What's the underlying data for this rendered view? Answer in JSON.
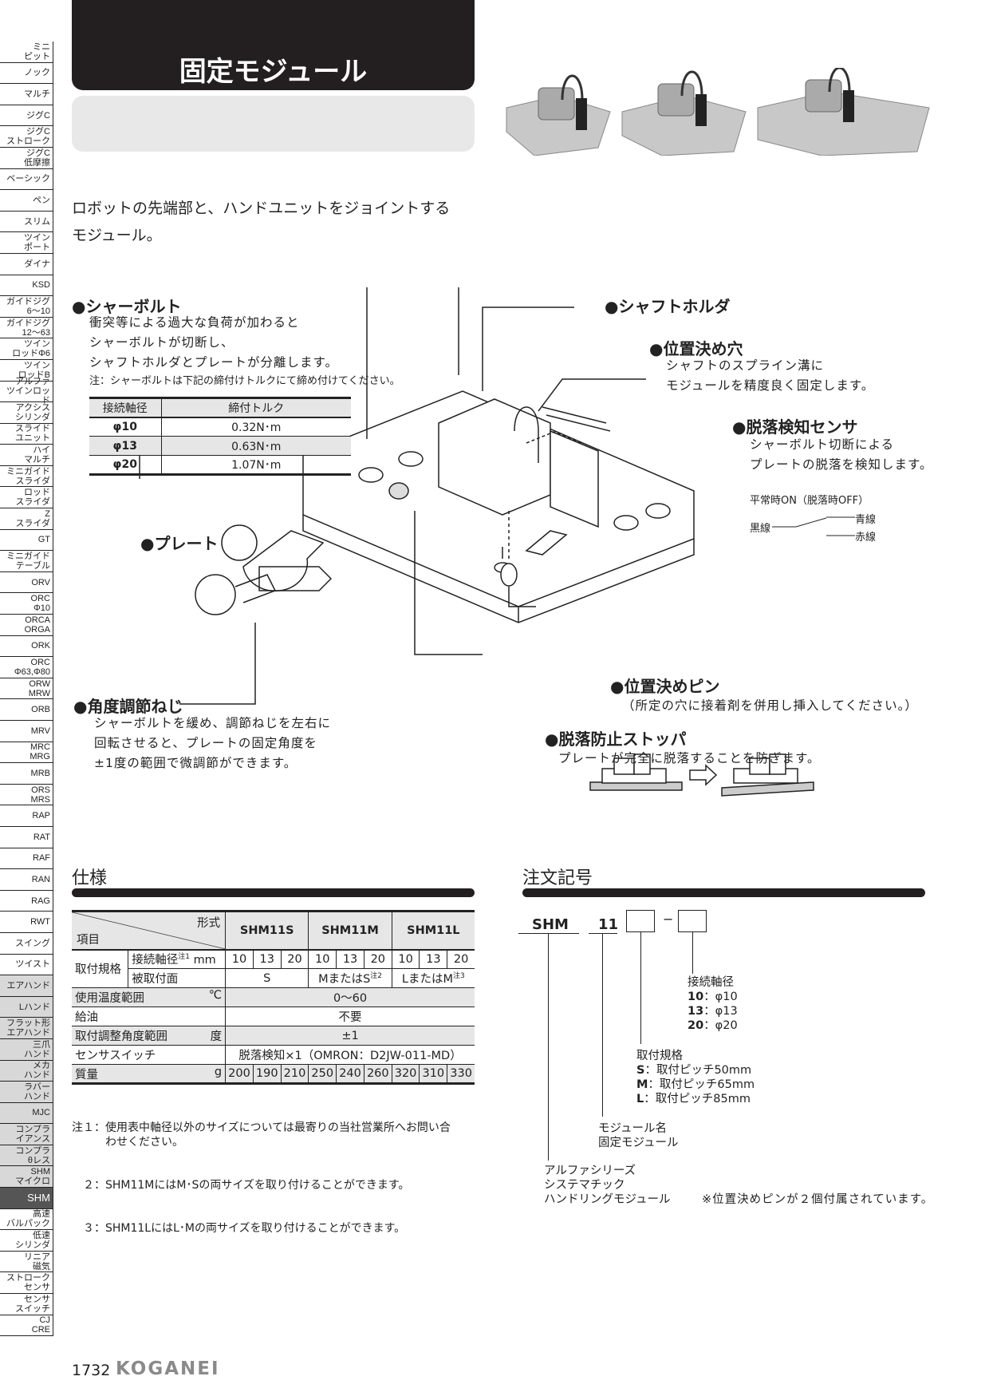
{
  "sidebar": {
    "items": [
      {
        "label": "ミニ\nピット"
      },
      {
        "label": "ノック"
      },
      {
        "label": "マルチ"
      },
      {
        "label": "ジグC"
      },
      {
        "label": "ジグC\nストローク"
      },
      {
        "label": "ジグC\n低摩擦"
      },
      {
        "label": "ベーシック"
      },
      {
        "label": "ペン"
      },
      {
        "label": "スリム"
      },
      {
        "label": "ツイン\nポート"
      },
      {
        "label": "ダイナ"
      },
      {
        "label": "KSD"
      },
      {
        "label": "ガイドジグ\n6〜10"
      },
      {
        "label": "ガイドジグ\n12〜63"
      },
      {
        "label": "ツイン\nロッドΦ6"
      },
      {
        "label": "ツイン\nロッドB"
      },
      {
        "label": "アルファ\nツインロッド"
      },
      {
        "label": "アクシス\nシリンダ"
      },
      {
        "label": "スライド\nユニット"
      },
      {
        "label": "ハイ\nマルチ"
      },
      {
        "label": "ミニガイド\nスライダ"
      },
      {
        "label": "ロッド\nスライダ"
      },
      {
        "label": "Z\nスライダ"
      },
      {
        "label": "GT"
      },
      {
        "label": "ミニガイド\nテーブル"
      },
      {
        "label": "ORV"
      },
      {
        "label": "ORC\nΦ10"
      },
      {
        "label": "ORCA\nORGA"
      },
      {
        "label": "ORK"
      },
      {
        "label": "ORC\nΦ63,Φ80"
      },
      {
        "label": "ORW\nMRW"
      },
      {
        "label": "ORB"
      },
      {
        "label": "MRV"
      },
      {
        "label": "MRC\nMRG"
      },
      {
        "label": "MRB"
      },
      {
        "label": "ORS\nMRS"
      },
      {
        "label": "RAP"
      },
      {
        "label": "RAT"
      },
      {
        "label": "RAF"
      },
      {
        "label": "RAN"
      },
      {
        "label": "RAG"
      },
      {
        "label": "RWT"
      },
      {
        "label": "スイング"
      },
      {
        "label": "ツイスト"
      },
      {
        "label": "エアハンド",
        "group": "hand"
      },
      {
        "label": "Lハンド",
        "group": "hand"
      },
      {
        "label": "フラット形\nエアハンド",
        "group": "hand"
      },
      {
        "label": "三爪\nハンド",
        "group": "hand"
      },
      {
        "label": "メカ\nハンド",
        "group": "hand"
      },
      {
        "label": "ラバー\nハンド",
        "group": "hand"
      },
      {
        "label": "MJC",
        "group": "hand"
      },
      {
        "label": "コンプラ\nイアンス",
        "group": "hand"
      },
      {
        "label": "コンプラ\nθレス",
        "group": "hand"
      },
      {
        "label": "SHM\nマイクロ",
        "group": "hand"
      },
      {
        "label": "SHM",
        "group": "active"
      },
      {
        "label": "高速\nバルパック"
      },
      {
        "label": "低速\nシリンダ"
      },
      {
        "label": "リニア\n磁気"
      },
      {
        "label": "ストローク\nセンサ"
      },
      {
        "label": "センサ\nスイッチ"
      },
      {
        "label": "CJ\nCRE"
      }
    ]
  },
  "header": {
    "title": "固定モジュール"
  },
  "intro": [
    "ロボットの先端部と、ハンドユニットをジョイントする",
    "モジュール。"
  ],
  "diagram": {
    "shear_bolt": {
      "title": "●シャーボルト",
      "desc": [
        "衝突等による過大な負荷が加わると",
        "シャーボルトが切断し、",
        "シャフトホルダとプレートが分離します。"
      ],
      "note": "注：シャーボルトは下記の締付けトルクにて締め付けてください。",
      "torque_table": {
        "headers": [
          "接続軸径",
          "締付トルク"
        ],
        "rows": [
          [
            "φ10",
            "0.32N･m"
          ],
          [
            "φ13",
            "0.63N･m"
          ],
          [
            "φ20",
            "1.07N･m"
          ]
        ]
      }
    },
    "plate": {
      "title": "●プレート"
    },
    "shaft_holder": {
      "title": "●シャフトホルダ"
    },
    "positioning_hole": {
      "title": "●位置決め穴",
      "desc": [
        "シャフトのスプライン溝に",
        "モジュールを精度良く固定します。"
      ]
    },
    "sensor": {
      "title": "●脱落検知センサ",
      "desc": [
        "シャーボルト切断による",
        "プレートの脱落を検知します。"
      ],
      "state": "平常時ON（脱落時OFF）",
      "black": "黒線",
      "blue": "青線",
      "red": "赤線"
    },
    "positioning_pin": {
      "title": "●位置決めピン",
      "desc": "（所定の穴に接着剤を併用し挿入してください。）"
    },
    "adjust_screw": {
      "title": "●角度調節ねじ",
      "desc": [
        "シャーボルトを緩め、調節ねじを左右に",
        "回転させると、プレートの固定角度を",
        "±1度の範囲で微調節ができます。"
      ]
    },
    "stopper": {
      "title": "●脱落防止ストッパ",
      "desc": "プレートが完全に脱落することを防ぎます。"
    }
  },
  "spec": {
    "heading": "仕様",
    "corner_top": "形式",
    "corner_bottom": "項目",
    "models": [
      "SHM11S",
      "SHM11M",
      "SHM11L"
    ],
    "mount_label": "取付規格",
    "shaft_label": "接続軸径",
    "shaft_sup": "注1",
    "shaft_unit": "mm",
    "shafts": [
      "10",
      "13",
      "20",
      "10",
      "13",
      "20",
      "10",
      "13",
      "20"
    ],
    "surface_label": "被取付面",
    "surfaces": [
      "S",
      "MまたはS",
      "LまたはM"
    ],
    "surface_sups": [
      "",
      "注2",
      "注3"
    ],
    "temp_label": "使用温度範囲",
    "temp_unit": "℃",
    "temp": "0〜60",
    "oil_label": "給油",
    "oil": "不要",
    "angle_label": "取付調整角度範囲",
    "angle_unit": "度",
    "angle": "±1",
    "sensor_label": "センサスイッチ",
    "sensor": "脱落検知×1（OMRON：D2JW-011-MD）",
    "mass_label": "質量",
    "mass_unit": "g",
    "mass": [
      "200",
      "190",
      "210",
      "250",
      "240",
      "260",
      "320",
      "310",
      "330"
    ],
    "notes": [
      "注１：使用表中軸径以外のサイズについては最寄りの当社営業所へお問い合\n　　　わせください。",
      "　２：SHM11MにはM･Sの両サイズを取り付けることができます。",
      "　３：SHM11LにはL･Mの両サイズを取り付けることができます。"
    ]
  },
  "order": {
    "heading": "注文記号",
    "code1": "SHM",
    "code2": "11",
    "dash": "−",
    "shaft": {
      "title": "接続軸径",
      "items": [
        [
          "10",
          "：φ10"
        ],
        [
          "13",
          "：φ13"
        ],
        [
          "20",
          "：φ20"
        ]
      ]
    },
    "mount": {
      "title": "取付規格",
      "items": [
        [
          "S",
          "：取付ピッチ50mm"
        ],
        [
          "M",
          "：取付ピッチ65mm"
        ],
        [
          "L",
          "：取付ピッチ85mm"
        ]
      ]
    },
    "module": {
      "title": "モジュール名",
      "value": "固定モジュール"
    },
    "series": [
      "アルファシリーズ",
      "システマチック",
      "ハンドリングモジュール"
    ],
    "note": "※位置決めピンが２個付属されています。"
  },
  "footer": {
    "page": "1732",
    "brand": "KOGANEI"
  }
}
